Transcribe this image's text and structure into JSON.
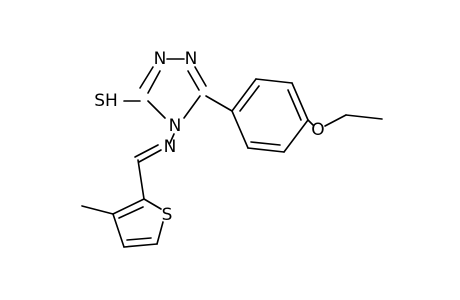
{
  "colors": {
    "ink": "#000000",
    "background": "#ffffff"
  },
  "atoms": {
    "n1": "N",
    "n2": "N",
    "n4": "N",
    "n_imine": "N",
    "sh": "SH",
    "o_ether": "O",
    "s_thiophene": "S"
  }
}
